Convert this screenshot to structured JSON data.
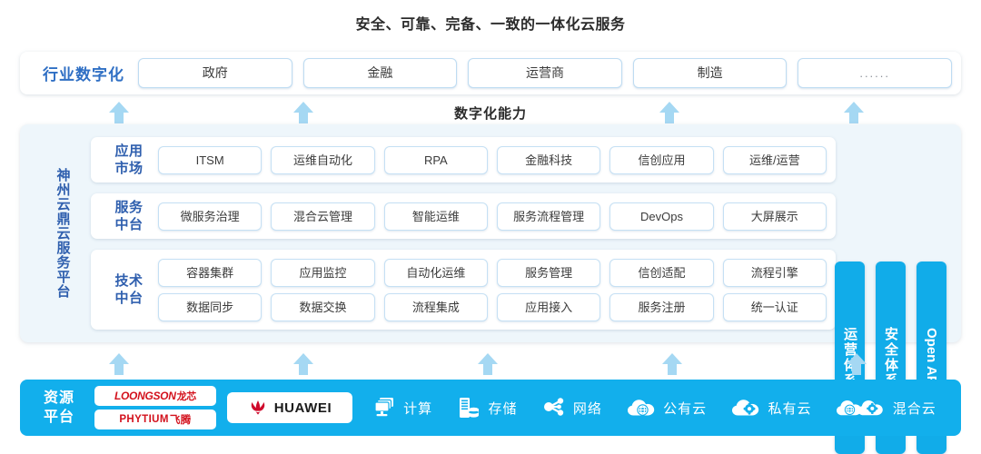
{
  "title": "安全、可靠、完备、一致的一体化云服务",
  "industry": {
    "label": "行业数字化",
    "items": [
      "政府",
      "金融",
      "运营商",
      "制造",
      "......"
    ]
  },
  "capability_label": "数字化能力",
  "platform": {
    "label": "神州云鼎云服务平台",
    "layers": [
      {
        "name": "应用\n市场",
        "name_line1": "应用",
        "name_line2": "市场",
        "rows": [
          [
            "ITSM",
            "运维自动化",
            "RPA",
            "金融科技",
            "信创应用",
            "运维/运营"
          ]
        ]
      },
      {
        "name_line1": "服务",
        "name_line2": "中台",
        "rows": [
          [
            "微服务治理",
            "混合云管理",
            "智能运维",
            "服务流程管理",
            "DevOps",
            "大屏展示"
          ]
        ]
      },
      {
        "name_line1": "技术",
        "name_line2": "中台",
        "rows": [
          [
            "容器集群",
            "应用监控",
            "自动化运维",
            "服务管理",
            "信创适配",
            "流程引擎"
          ],
          [
            "数据同步",
            "数据交换",
            "流程集成",
            "应用接入",
            "服务注册",
            "统一认证"
          ]
        ]
      }
    ],
    "pillars": [
      {
        "label": "运营体系",
        "latin": false
      },
      {
        "label": "安全体系",
        "latin": false
      },
      {
        "label": "Open API",
        "latin": true
      }
    ]
  },
  "resource": {
    "label_line1": "资源",
    "label_line2": "平台",
    "vendors": [
      {
        "mark": "LOONGSON",
        "cn": "龙芯",
        "italic": true
      },
      {
        "mark": "PHYTIUM",
        "cn": "飞腾",
        "italic": false
      }
    ],
    "huawei": "HUAWEI",
    "items": [
      {
        "icon": "compute-icon",
        "label": "计算"
      },
      {
        "icon": "storage-icon",
        "label": "存储"
      },
      {
        "icon": "network-icon",
        "label": "网络"
      },
      {
        "icon": "public-cloud-icon",
        "label": "公有云"
      },
      {
        "icon": "private-cloud-icon",
        "label": "私有云"
      },
      {
        "icon": "hybrid-cloud-icon",
        "label": "混合云"
      }
    ]
  },
  "colors": {
    "brand_blue": "#12AFEC",
    "panel_bg": "#eef6fb",
    "arrow": "#a5d8f3",
    "label_blue": "#2f5fae",
    "logo_red": "#d3111c"
  }
}
